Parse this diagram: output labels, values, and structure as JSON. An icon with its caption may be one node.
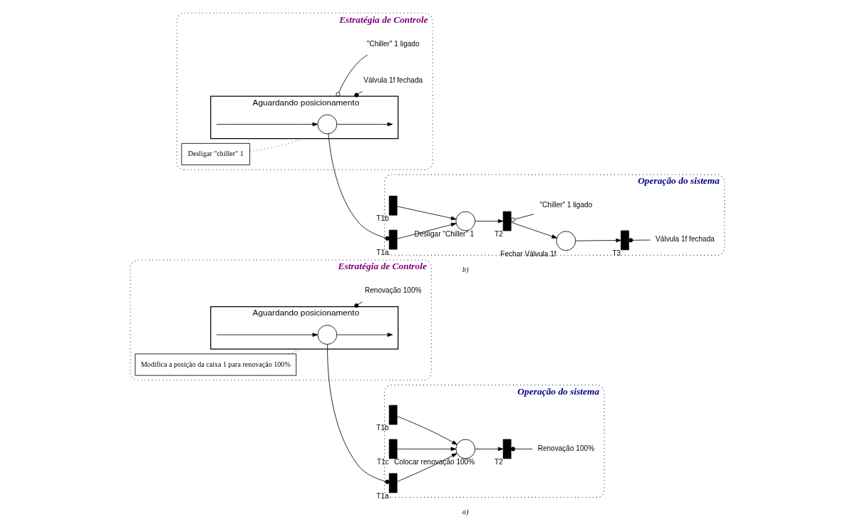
{
  "diagram": {
    "nodes": [
      {
        "text": [
          "Estratégia de Controle"
        ]
      },
      {
        "text": [
          "Modifica a posição da caixa 1 para renovação 100%"
        ],
        "in": 0
      },
      {
        "text": [
          "Aguardando posicionamento"
        ],
        "in": 0
      },
      {
        "text": [],
        "shape": "circle",
        "in": 2
      },
      {
        "text": [
          "Renovação 100%"
        ],
        "in": 0
      },
      {
        "text": [
          "Operação do sistema"
        ]
      },
      {
        "text": [],
        "shape": "bar",
        "beside": [
          "T1a"
        ],
        "in": 5
      },
      {
        "text": [],
        "shape": "bar",
        "beside": [
          "T1b"
        ],
        "in": 5
      },
      {
        "text": [],
        "shape": "bar",
        "beside": [
          "T1c"
        ],
        "in": 5
      },
      {
        "text": [],
        "shape": "circle",
        "beside": [
          "Colocar renovação 100%"
        ],
        "in": 5
      },
      {
        "text": [],
        "shape": "bar",
        "beside": [
          "T2"
        ],
        "in": 5
      },
      {
        "text": [
          "Renovação 100%"
        ],
        "in": 5
      },
      {
        "text": [
          "Estratégia de Controle"
        ]
      },
      {
        "text": [
          "Desligar \"chiller\" 1"
        ],
        "in": 12
      },
      {
        "text": [
          "Aguardando posicionamento"
        ],
        "in": 12
      },
      {
        "text": [],
        "shape": "circle",
        "in": 14
      },
      {
        "text": [
          "Válvula 1f fechada"
        ],
        "in": 12
      },
      {
        "text": [
          "\"Chiller\" 1 ligado"
        ],
        "in": 12
      },
      {
        "text": [
          "Operação do sistema"
        ]
      },
      {
        "text": [],
        "shape": "bar",
        "beside": [
          "T1a"
        ],
        "in": 18
      },
      {
        "text": [],
        "shape": "bar",
        "beside": [
          "T1b"
        ],
        "in": 18
      },
      {
        "text": [],
        "shape": "circle",
        "beside": [
          "Desligar \"Chiller\" 1"
        ],
        "in": 18
      },
      {
        "text": [],
        "shape": "bar",
        "beside": [
          "T2"
        ],
        "in": 18
      },
      {
        "text": [],
        "shape": "circle",
        "beside": [
          "Fechar Válvula 1f"
        ],
        "in": 18
      },
      {
        "text": [],
        "shape": "bar",
        "beside": [
          "T3"
        ],
        "in": 18
      },
      {
        "text": [
          "\"Chiller\" 1 ligado"
        ],
        "in": 18
      },
      {
        "text": [
          "Válvula 1f fechada"
        ],
        "in": 18
      }
    ],
    "edges": [
      {
        "from": 2,
        "to": 3,
        "arrow": "to"
      },
      {
        "from": 3,
        "to": 2,
        "arrow": "to"
      },
      {
        "from": 1,
        "to": 2,
        "arrow": "none",
        "style": "dashed"
      },
      {
        "from": 2,
        "to": 4,
        "arrow": "other"
      },
      {
        "from": 3,
        "to": 6,
        "arrow": "other"
      },
      {
        "from": 6,
        "to": 9,
        "arrow": "to"
      },
      {
        "from": 7,
        "to": 9,
        "arrow": "to"
      },
      {
        "from": 8,
        "to": 9,
        "arrow": "to"
      },
      {
        "from": 9,
        "to": 10,
        "arrow": "to"
      },
      {
        "from": 10,
        "to": 11,
        "arrow": "other"
      },
      {
        "from": 14,
        "to": 15,
        "arrow": "to"
      },
      {
        "from": 15,
        "to": 14,
        "arrow": "to"
      },
      {
        "from": 13,
        "to": 14,
        "arrow": "none",
        "style": "dashed"
      },
      {
        "from": 14,
        "to": 16,
        "arrow": "other"
      },
      {
        "from": 14,
        "to": 17,
        "arrow": "other"
      },
      {
        "from": 15,
        "to": 19,
        "arrow": "other"
      },
      {
        "from": 19,
        "to": 21,
        "arrow": "to"
      },
      {
        "from": 20,
        "to": 21,
        "arrow": "to"
      },
      {
        "from": 21,
        "to": 22,
        "arrow": "to"
      },
      {
        "from": 22,
        "to": 23,
        "arrow": "to"
      },
      {
        "from": 23,
        "to": 24,
        "arrow": "to"
      },
      {
        "from": 22,
        "to": 25,
        "arrow": "other"
      },
      {
        "from": 24,
        "to": 26,
        "arrow": "other"
      }
    ],
    "labels": [
      "a)",
      "b)"
    ]
  }
}
